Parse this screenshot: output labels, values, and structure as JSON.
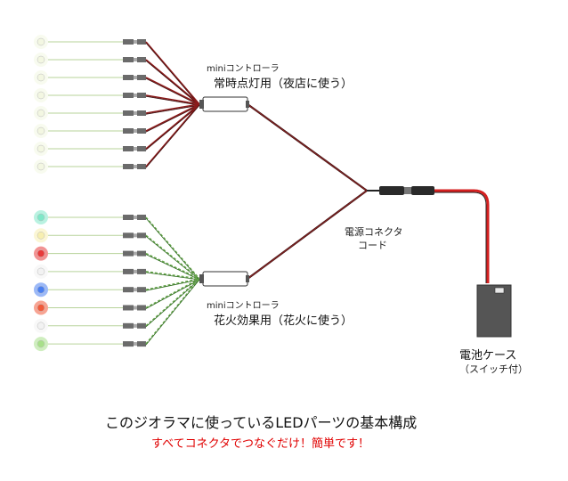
{
  "top_controller": {
    "label_small": "miniコントローラ",
    "label_main": "常時点灯用（夜店に使う）",
    "led_colors": [
      "#f3f7e2",
      "#f3f7e2",
      "#f3f7e2",
      "#f3f7e2",
      "#f3f7e2",
      "#f3f7e2",
      "#f3f7e2",
      "#f3f7e2"
    ],
    "wire_color": "#8b1a1a"
  },
  "bottom_controller": {
    "label_small": "miniコントローラ",
    "label_main": "花火効果用（花火に使う）",
    "led_colors": [
      "#7fe8c8",
      "#f7efb0",
      "#e83a3a",
      "#f2f2f2",
      "#4a7ff0",
      "#f05a3a",
      "#f2f2f2",
      "#a8e08a"
    ],
    "wire_color": "#6aa84f"
  },
  "connector": {
    "label_line1": "電源コネクタ",
    "label_line2": "コード"
  },
  "battery": {
    "label_line1": "電池ケース",
    "label_line2": "（スイッチ付）",
    "cable_color": "#d42020"
  },
  "caption": {
    "title": "このジオラマに使っているLEDパーツの基本構成",
    "subtitle": "すべてコネクタでつなぐだけ！簡単です！"
  }
}
